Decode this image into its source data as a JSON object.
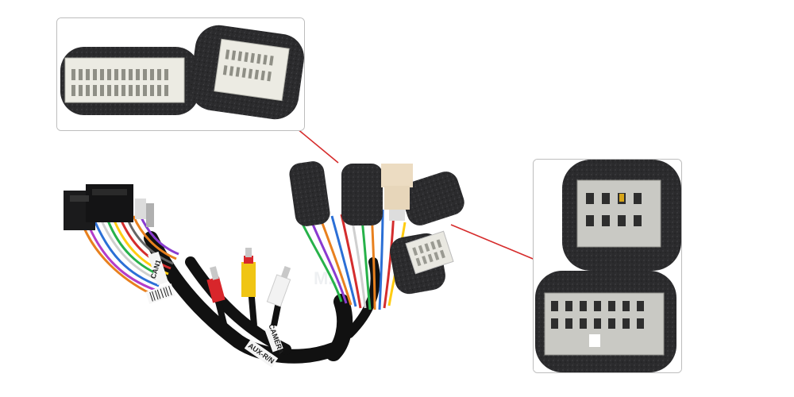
{
  "labels": {
    "sticker_1": "CAN1",
    "sticker_2": "AUX-R/N",
    "sticker_3": "CAMERA",
    "watermark": "M..."
  },
  "colors": {
    "foam": "#2a2a2c",
    "connector_plug": "#e9e8e1",
    "connector_grey": "#c9c9c4",
    "arrow": "#d62b2b",
    "rca_red": "#d8262b",
    "rca_yellow": "#f0c514",
    "rca_white": "#f2f2f2"
  },
  "icons": [
    "pointer-arrow-top",
    "pointer-arrow-right",
    "foam-wrapped-connector",
    "rca-plug",
    "iso-connector-black",
    "white-plug-connector"
  ]
}
